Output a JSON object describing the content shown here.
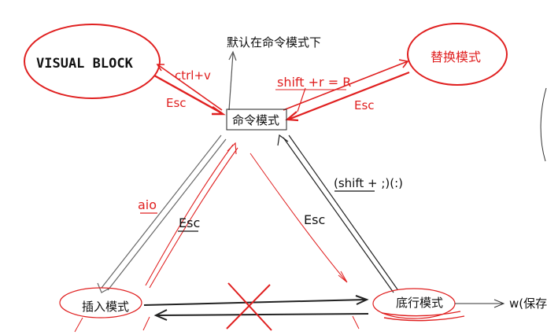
{
  "colors": {
    "ink": "#111111",
    "accent": "#e02020",
    "gray": "#8a8a8a"
  },
  "nodes": {
    "visual_block": "VISUAL BLOCK",
    "replace_mode": "替换模式",
    "command_mode": "命令模式",
    "insert_mode": "插入模式",
    "line_mode": "底行模式"
  },
  "notes": {
    "default_command": "默认在命令模式下",
    "save": "w(保存"
  },
  "edges": {
    "ctrl_v": "ctrl+v",
    "esc_visual": "Esc",
    "shift_r": "shift +r = R",
    "esc_replace": "Esc",
    "aio": "aio",
    "esc_insert": "Esc",
    "shift_colon": "(shift + ;)(:)",
    "esc_line": "Esc"
  }
}
